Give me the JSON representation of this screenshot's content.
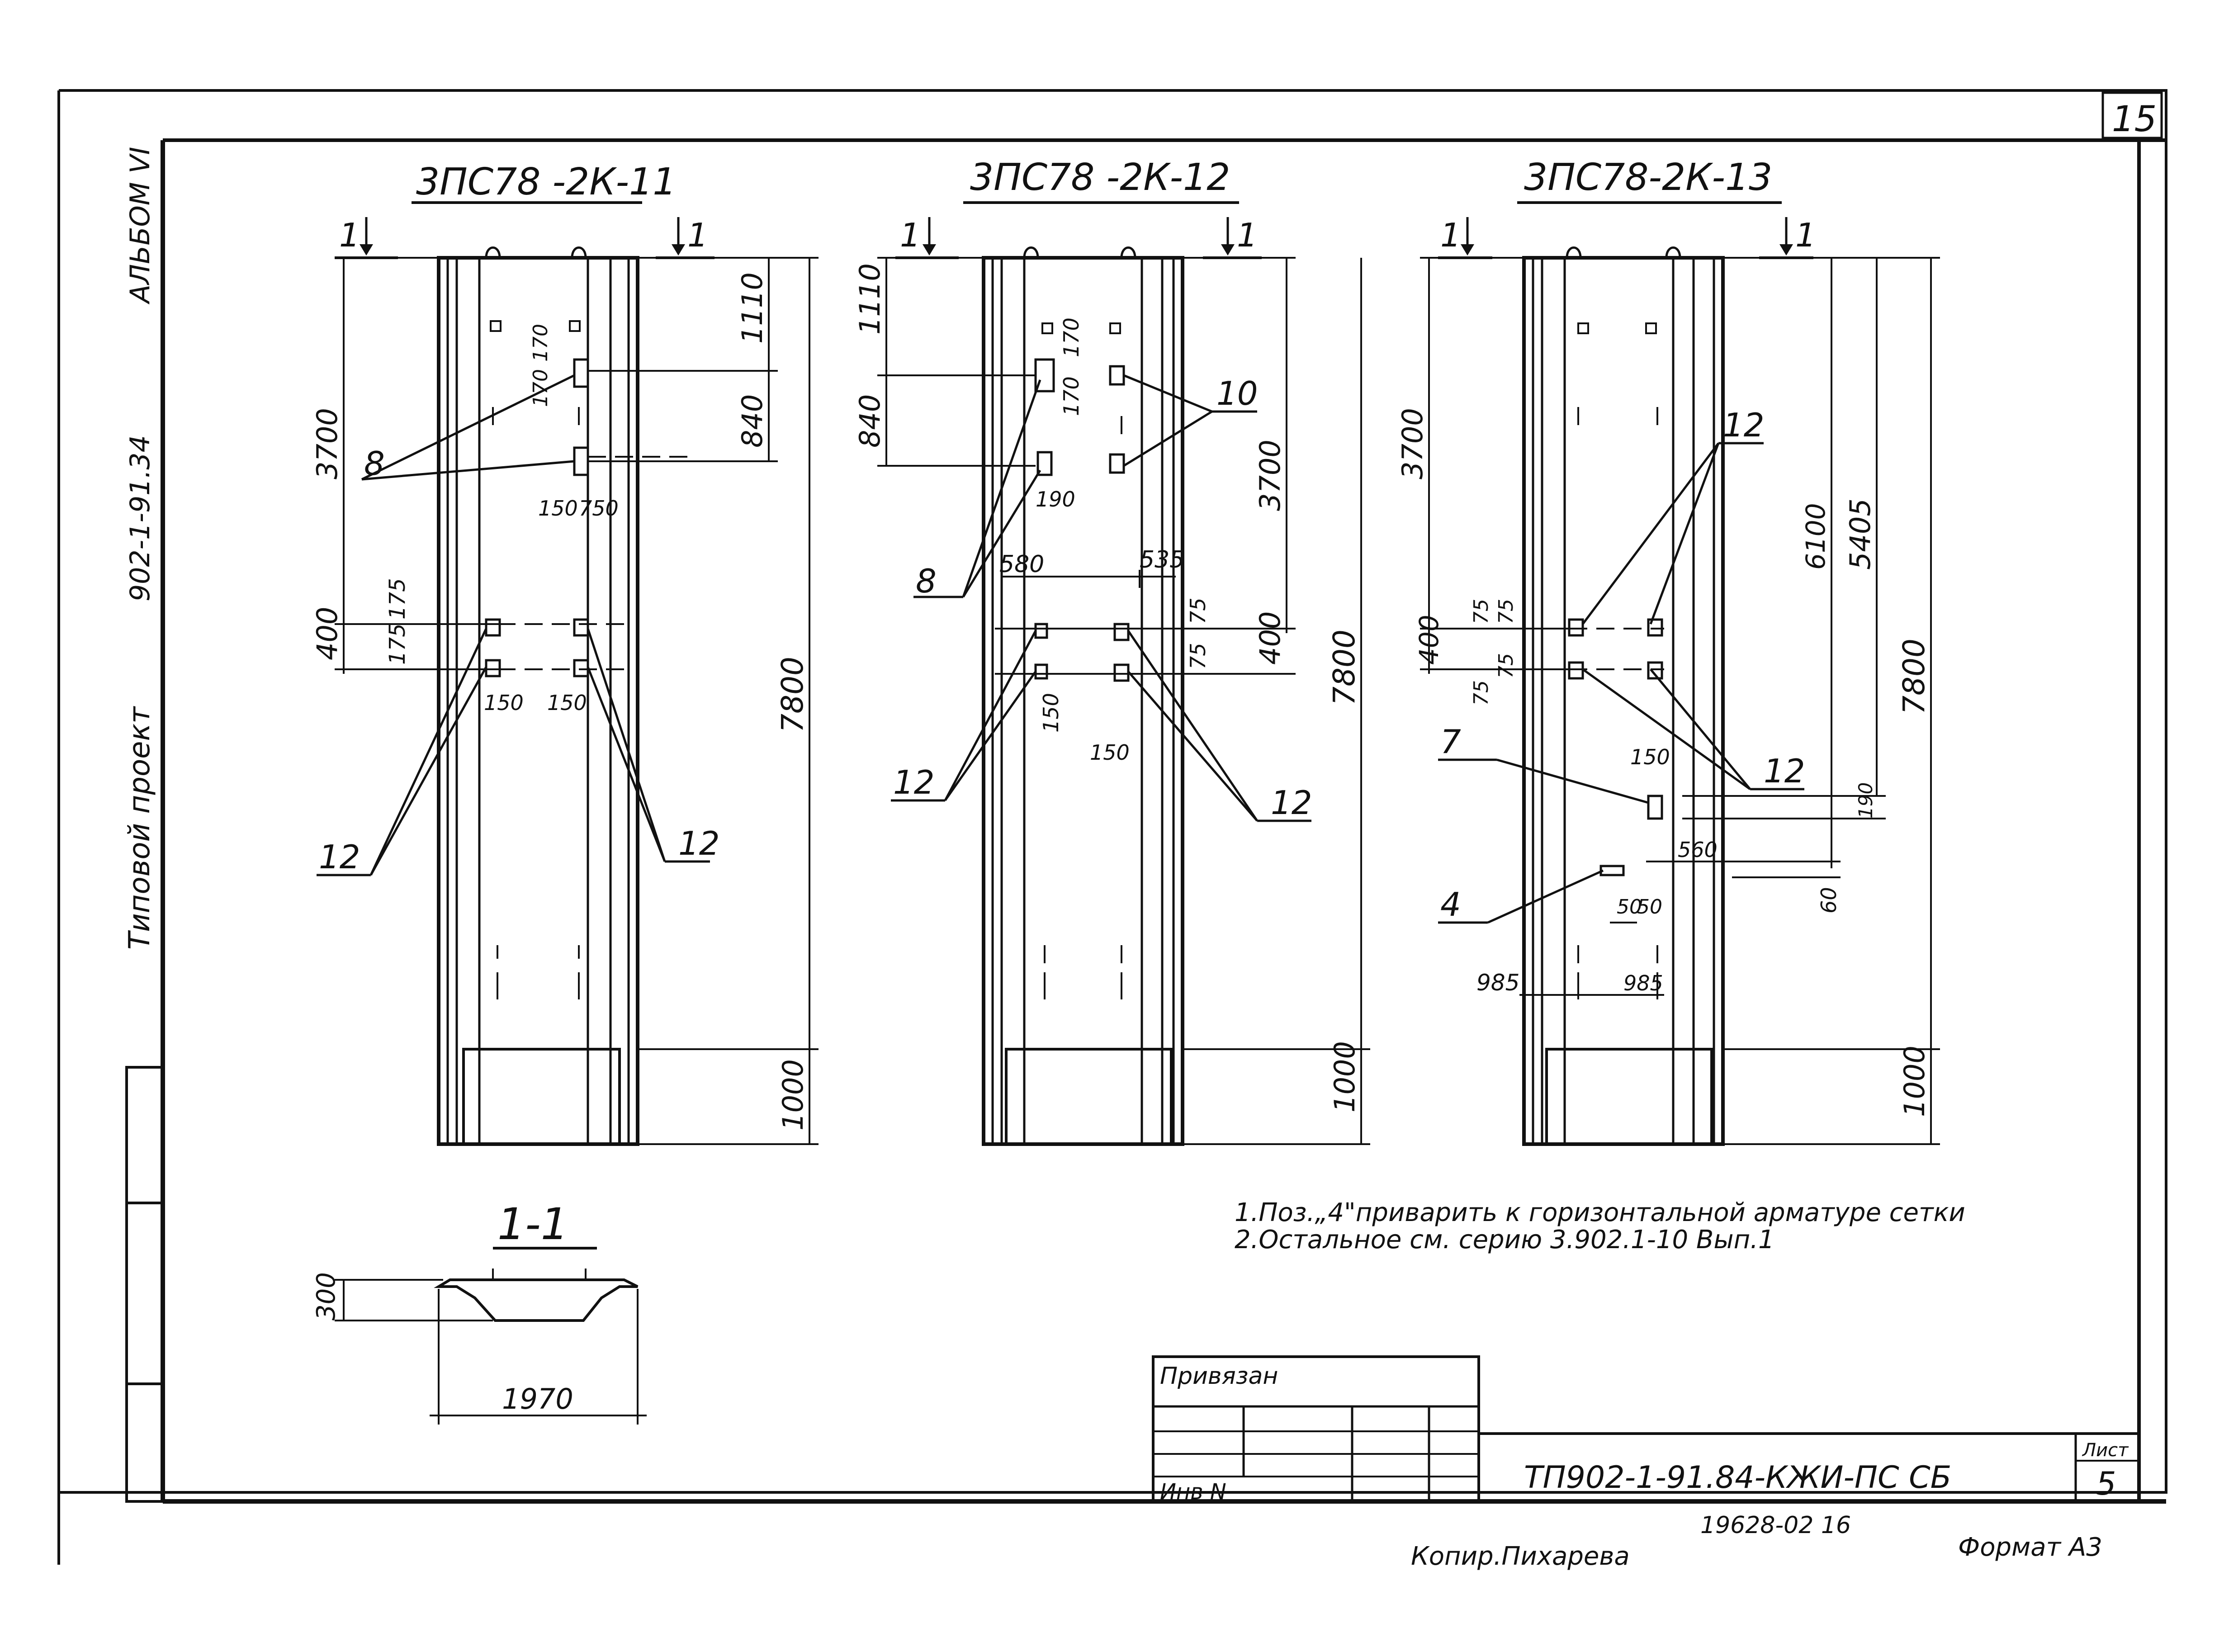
{
  "sheet_corner_number": "15",
  "side_text": {
    "album": "АЛЬБОМ VI",
    "series": "902-1-91.34",
    "project": "Типовой проект"
  },
  "panels": [
    {
      "title": "3ПС78 -2К-11",
      "section_left": "1",
      "section_right": "1",
      "dims": [
        "3700",
        "400",
        "175",
        "175",
        "170",
        "170",
        "1110",
        "840",
        "150",
        "750",
        "150",
        "150",
        "7800",
        "1000"
      ],
      "callouts": [
        "8",
        "12",
        "12"
      ]
    },
    {
      "title": "3ПС78 -2К-12",
      "section_left": "1",
      "section_right": "1",
      "dims": [
        "1110",
        "840",
        "170",
        "170",
        "190",
        "580",
        "535",
        "75",
        "75",
        "400",
        "3700",
        "150",
        "150",
        "7800",
        "1000"
      ],
      "callouts": [
        "10",
        "8",
        "12",
        "12"
      ]
    },
    {
      "title": "3ПС78-2К-13",
      "section_left": "1",
      "section_right": "1",
      "dims": [
        "3700",
        "400",
        "75",
        "75",
        "75",
        "75",
        "6100",
        "5405",
        "150",
        "190",
        "560",
        "60",
        "50",
        "50",
        "985",
        "985",
        "7800",
        "1000"
      ],
      "callouts": [
        "12",
        "12",
        "7",
        "4"
      ]
    }
  ],
  "section": {
    "title": "1-1",
    "height": "300",
    "width": "1970"
  },
  "notes": [
    "1.Поз.„4\"приварить к горизонтальной арматуре сетки",
    "2.Остальное см. серию 3.902.1-10 Вып.1"
  ],
  "title_block": {
    "privyazan": "Привязан",
    "inv": "Инв N",
    "code": "ТП902-1-91.84-КЖИ-ПС СБ",
    "sheet_label": "Лист",
    "sheet_number": "5"
  },
  "footer": {
    "order": "19628-02  16",
    "copied": "Копир.Пихарева",
    "format": "Формат А3"
  }
}
